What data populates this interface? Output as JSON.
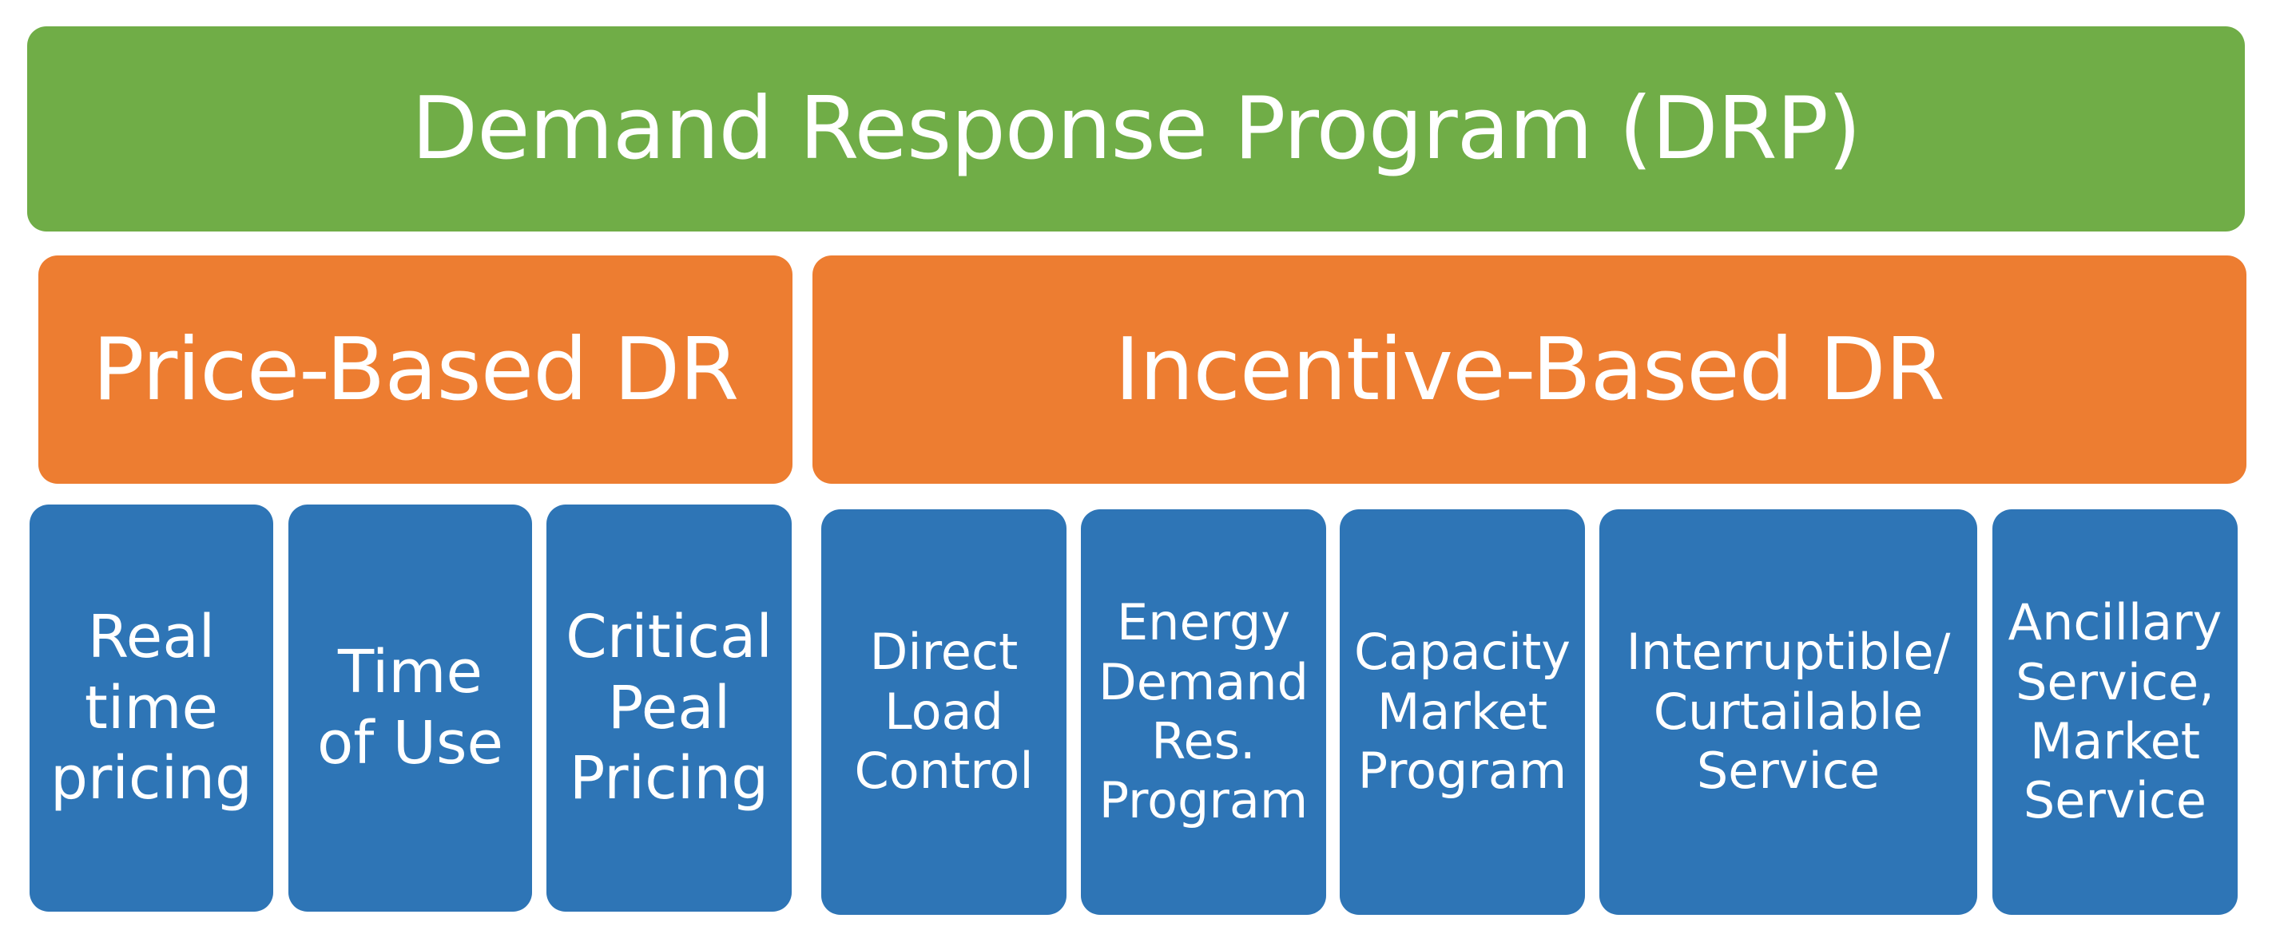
{
  "colors": {
    "root": "#70ad47",
    "category": "#ed7d31",
    "leaf": "#2e75b6",
    "text": "#ffffff"
  },
  "root": {
    "label": "Demand Response Program (DRP)"
  },
  "categories": {
    "price_based": {
      "label": "Price-Based DR",
      "items": [
        "Real\ntime\npricing",
        "Time\nof Use",
        "Critical\nPeal\nPricing"
      ]
    },
    "incentive_based": {
      "label": "Incentive-Based DR",
      "items": [
        "Direct\nLoad\nControl",
        "Energy\nDemand\nRes.\nProgram",
        "Capacity\nMarket\nProgram",
        "Interruptible/\nCurtailable\nService",
        "Ancillary\nService,\nMarket\nService"
      ]
    }
  }
}
